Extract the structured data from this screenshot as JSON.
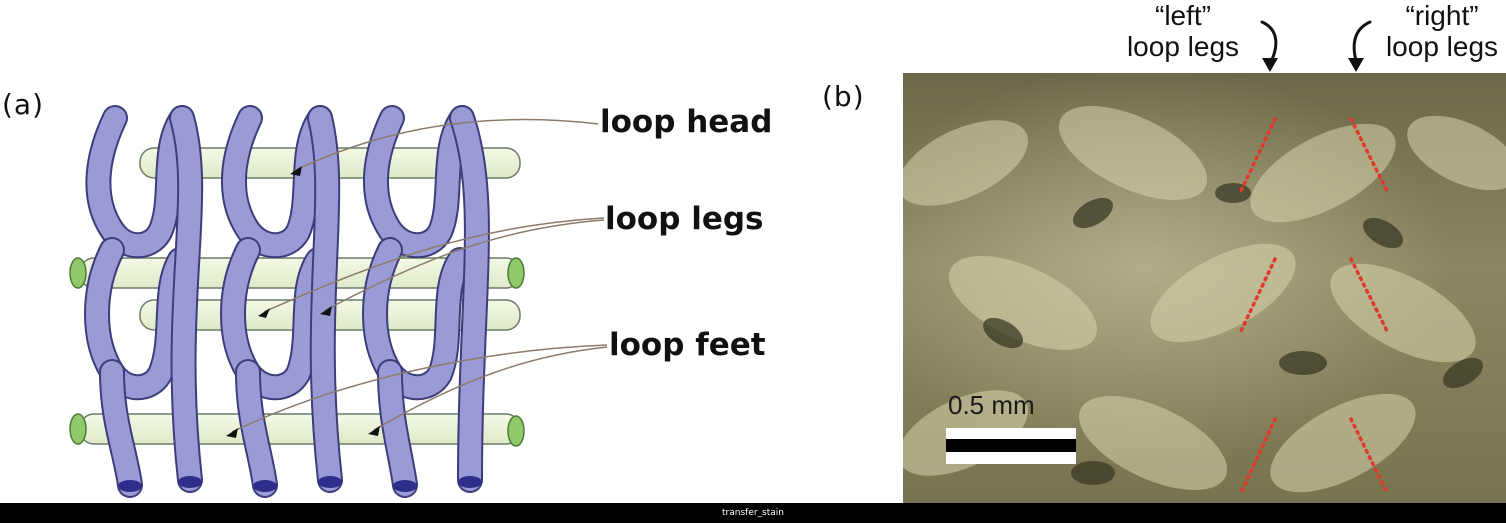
{
  "panel_a": {
    "label": "(a)",
    "callouts": {
      "loop_head": "loop head",
      "loop_legs": "loop legs",
      "loop_feet": "loop feet"
    },
    "colors": {
      "yarn": "#9a9ad6",
      "yarn_end": "#2e2e8a",
      "loop_cap": "#eef5dc",
      "side_cap": "#8fc96a"
    }
  },
  "panel_b": {
    "label": "(b)",
    "left_label_line1": "“left”",
    "left_label_line2": "loop legs",
    "right_label_line1": "“right”",
    "right_label_line2": "loop legs",
    "scale_text": "0.5 mm",
    "colors": {
      "guide_lines": "#e03a2a"
    }
  },
  "footer": {
    "caption": "transfer_stain"
  }
}
